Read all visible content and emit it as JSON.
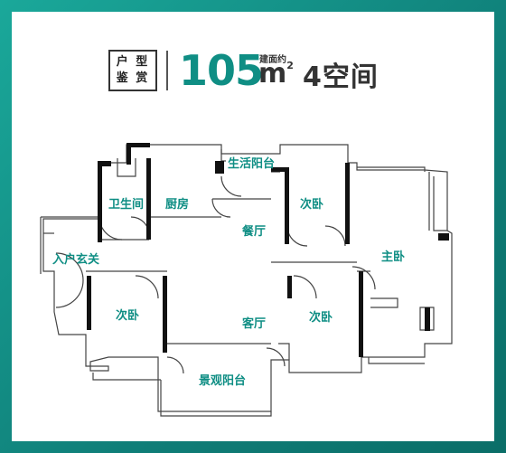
{
  "header": {
    "badge_line1": "户 型",
    "badge_line2": "鉴 赏",
    "area_value": "105",
    "area_note": "建面约",
    "area_unit": "m",
    "area_unit_sup": "2",
    "rooms_count": "4空间"
  },
  "rooms": {
    "balcony_life": "生活阳台",
    "bathroom": "卫生间",
    "kitchen": "厨房",
    "second_bedroom_top": "次卧",
    "dining_room": "餐厅",
    "master_bedroom": "主卧",
    "entrance_hall": "入户玄关",
    "second_bedroom_left": "次卧",
    "living_room": "客厅",
    "second_bedroom_right": "次卧",
    "view_balcony": "景观阳台"
  },
  "colors": {
    "frame": "#0f7e78",
    "accent_text": "#0f8e84",
    "wall": "#111111",
    "outline": "#444444"
  }
}
